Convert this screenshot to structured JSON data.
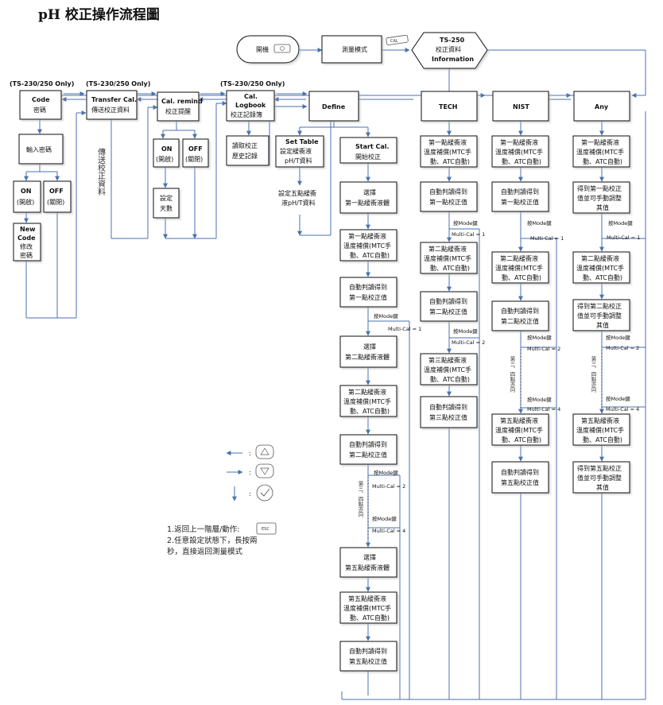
{
  "title": "pH 校正操作流程圖",
  "header": {
    "power": "開機",
    "measure": "測量模式",
    "cal_key": "CAL",
    "info_line1": "TS-250",
    "info_line2": "校正資料",
    "info_line3": "Information"
  },
  "only_labels": [
    "(TS-230/250 Only)",
    "(TS-230/250 Only)",
    "(TS-230/250 Only)"
  ],
  "code": {
    "title": "Code",
    "sub": "密碼",
    "enter": "輸入密碼",
    "on": "ON",
    "on_sub": "(開啟)",
    "off": "OFF",
    "off_sub": "(關閉)",
    "new1": "New",
    "new2": "Code",
    "new3": "修改",
    "new4": "密碼"
  },
  "transfer": {
    "title": "Transfer Cal.",
    "sub": "傳送校正資料",
    "vertical": "傳送校正資料"
  },
  "remind": {
    "title": "Cal. remind",
    "sub": "校正提醒",
    "on": "ON",
    "on_sub": "(開啟)",
    "off": "OFF",
    "off_sub": "(關閉)",
    "set1": "設定",
    "set2": "天數"
  },
  "logbook": {
    "t1": "Cal.",
    "t2": "Logbook",
    "sub": "校正記錄簿",
    "read1": "讀取校正",
    "read2": "歷史記錄"
  },
  "define": {
    "title": "Define",
    "set_table1": "Set Table",
    "set_table2": "設定緩衝液",
    "set_table3": "pH/T資料",
    "five1": "設定五點緩衝",
    "five2": "液pH/T資料",
    "start1": "Start Cal.",
    "start2": "開始校正",
    "sel1a": "選擇",
    "sel1b": "第一點緩衝液體",
    "buf1a": "第一點緩衝液",
    "buf1b": "溫度補償(MTC手",
    "buf1c": "動、ATC自動)",
    "auto1a": "自動判讀得到",
    "auto1b": "第一點校正值",
    "sel2a": "選擇",
    "sel2b": "第二點緩衝液體",
    "buf2a": "第二點緩衝液",
    "buf2b": "溫度補償(MTC手",
    "buf2c": "動、ATC自動)",
    "auto2a": "自動判讀得到",
    "auto2b": "第二點校正值",
    "vert": "第三、四點亦同",
    "sel5a": "選擇",
    "sel5b": "第五點緩衝液體",
    "buf5a": "第五點緩衝液",
    "buf5b": "溫度補償(MTC手",
    "buf5c": "動、ATC自動)",
    "auto5a": "自動判讀得到",
    "auto5b": "第五點校正值"
  },
  "tech": {
    "title": "TECH",
    "b1a": "第一點緩衝液",
    "b1b": "溫度補償(MTC手",
    "b1c": "動、ATC自動)",
    "a1a": "自動判讀得到",
    "a1b": "第一點校正值",
    "b2a": "第二點緩衝液",
    "b2b": "溫度補償(MTC手",
    "b2c": "動、ATC自動)",
    "a2a": "自動判讀得到",
    "a2b": "第二點校正值",
    "b3a": "第三點緩衝液",
    "b3b": "溫度補償(MTC手",
    "b3c": "動、ATC自動)",
    "a3a": "自動判讀得到",
    "a3b": "第三點校正值"
  },
  "nist": {
    "title": "NIST",
    "b1a": "第一點緩衝液",
    "b1b": "溫度補償(MTC手",
    "b1c": "動、ATC自動)",
    "a1a": "自動判讀得到",
    "a1b": "第一點校正值",
    "b2a": "第二點緩衝液",
    "b2b": "溫度補償(MTC手",
    "b2c": "動、ATC自動)",
    "a2a": "自動判讀得到",
    "a2b": "第二點校正值",
    "vert": "第三、四點亦同",
    "b5a": "第五點緩衝液",
    "b5b": "溫度補償(MTC手",
    "b5c": "動、ATC自動)",
    "a5a": "自動判讀得到",
    "a5b": "第五點校正值"
  },
  "any": {
    "title": "Any",
    "b1a": "第一點緩衝液",
    "b1b": "溫度補償(MTC手",
    "b1c": "動、ATC自動)",
    "g1a": "得到第一點校正",
    "g1b": "值並可手動調整",
    "g1c": "其值",
    "b2a": "第二點緩衝液",
    "b2b": "溫度補償(MTC手",
    "b2c": "動、ATC自動)",
    "g2a": "得到第二點校正",
    "g2b": "值並可手動調整",
    "g2c": "其值",
    "vert": "第三、四點亦同",
    "b5a": "第五點緩衝液",
    "b5b": "溫度補償(MTC手",
    "b5c": "動、ATC自動)",
    "g5a": "得到第五點校正",
    "g5b": "值並可手動調整",
    "g5c": "其值"
  },
  "mode_press": "按Mode鍵",
  "multi_cal": [
    "Multi-Cal = 1",
    "Multi-Cal = 2",
    "Multi-Cal = 4"
  ],
  "legend": {
    "colon": ":",
    "note1": "1.返回上一階層/動作:",
    "note2": "2.任意設定狀態下，長按兩秒，直接返回測量模式",
    "esc_key": "ESC"
  },
  "colors": {
    "line": "#4a72b0",
    "box": "#111111",
    "shadow": "#888888"
  }
}
